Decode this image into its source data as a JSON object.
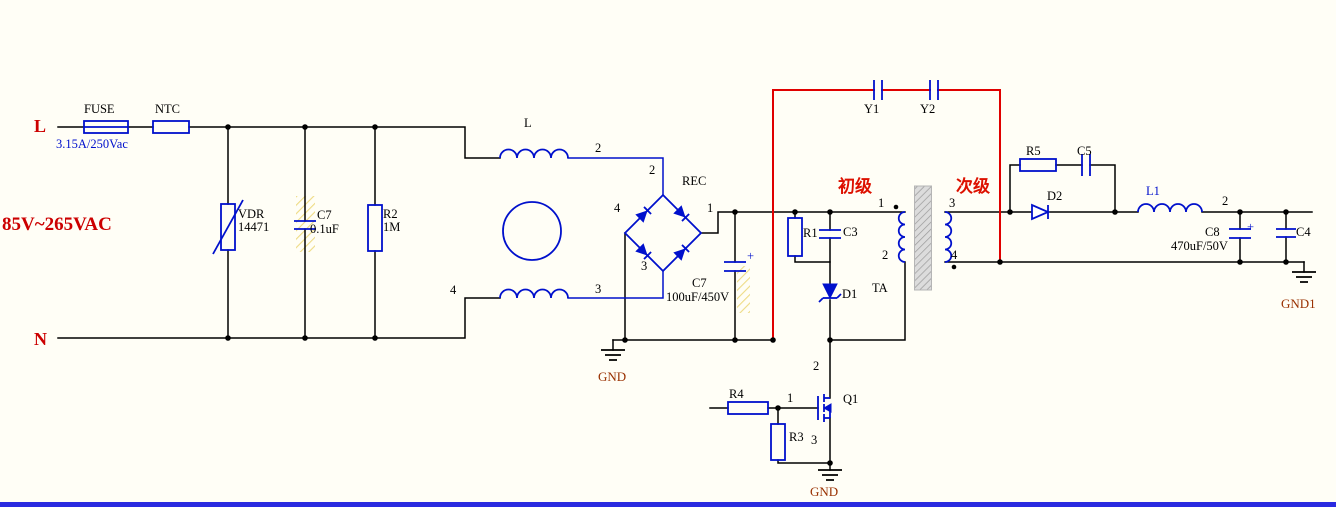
{
  "colors": {
    "wire": "#000000",
    "component": "#0010cc",
    "y_cap_net": "#e00000",
    "power_label": "#cc0000",
    "ground_label": "#993000"
  },
  "labels": {
    "live": "L",
    "neutral": "N",
    "input_range": "85V~265VAC",
    "fuse_name": "FUSE",
    "fuse_value": "3.15A/250Vac",
    "ntc": "NTC",
    "vdr_name": "VDR",
    "vdr_value": "14471",
    "cx_name": "C7",
    "cx_value": "0.1uF",
    "r2_name": "R2",
    "r2_value": "1M",
    "choke": "L",
    "rec": "REC",
    "bulk_name": "C7",
    "bulk_value": "100uF/450V",
    "bulk_plus": "+",
    "gnd_primary": "GND",
    "y1": "Y1",
    "y2": "Y2",
    "primary_cn": "初级",
    "secondary_cn": "次级",
    "r1": "R1",
    "c3": "C3",
    "d1": "D1",
    "transformer": "TA",
    "q1": "Q1",
    "r4": "R4",
    "r3": "R3",
    "gnd_q1": "GND",
    "r5": "R5",
    "c5": "C5",
    "d2": "D2",
    "l1": "L1",
    "c8_name": "C8",
    "c8_value": "470uF/50V",
    "c8_plus": "+",
    "c4": "C4",
    "gnd_secondary": "GND1"
  },
  "pins": {
    "choke_p2": "2",
    "choke_p3": "3",
    "choke_p4": "4",
    "bridge_p1": "1",
    "bridge_p2": "2",
    "bridge_p3": "3",
    "bridge_p4": "4",
    "xfmr_p1": "1",
    "xfmr_p2": "2",
    "xfmr_p3": "3",
    "xfmr_p4": "4",
    "q1_p1": "1",
    "q1_p2": "2",
    "q1_p3": "3",
    "l1_out_p2": "2"
  }
}
